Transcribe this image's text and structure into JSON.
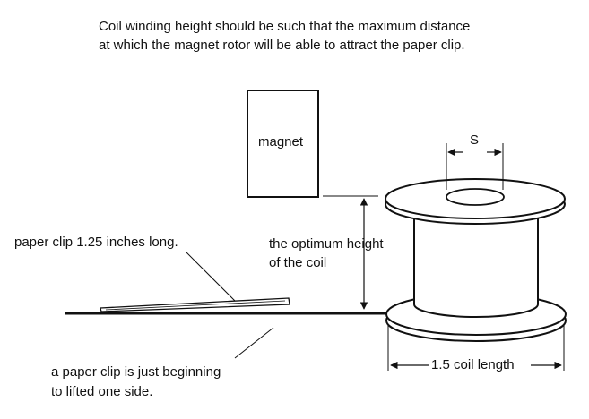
{
  "title": {
    "line1": "Coil winding height should be such that the maximum distance",
    "line2": "at which the magnet rotor will be able to attract the paper clip."
  },
  "labels": {
    "magnet": "magnet",
    "s": "S",
    "paper_clip_length": "paper clip 1.25 inches long.",
    "optimum_height_line1": "the optimum height",
    "optimum_height_line2": "of the coil",
    "clip_lifting_line1": "a paper clip is just beginning",
    "clip_lifting_line2": "to lifted one side.",
    "coil_length": "1.5 coil length"
  }
}
